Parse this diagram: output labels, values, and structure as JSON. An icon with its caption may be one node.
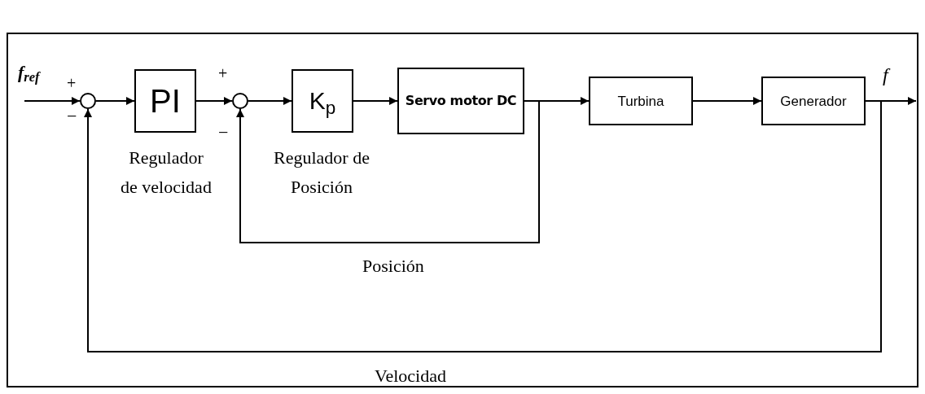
{
  "diagram": {
    "nodes": [
      {
        "text": [],
        "shape": "circle"
      },
      {
        "text": [
          "PI"
        ],
        "beside": [
          "Regulador de velocidad"
        ]
      },
      {
        "text": [],
        "shape": "circle"
      },
      {
        "text": [
          "K$_{p}$"
        ],
        "beside": [
          "Regulador de Posición"
        ]
      },
      {
        "text": [
          "Servo motor DC"
        ]
      },
      {
        "text": [
          "Turbina"
        ]
      },
      {
        "text": [
          "Generador"
        ]
      }
    ],
    "edges": [
      {
        "from": null,
        "to": 0,
        "arrow": "to"
      },
      {
        "from": 0,
        "to": 1,
        "arrow": "to"
      },
      {
        "from": 1,
        "to": 2,
        "arrow": "to"
      },
      {
        "from": 2,
        "to": 3,
        "arrow": "to"
      },
      {
        "from": 3,
        "to": 4,
        "arrow": "to"
      },
      {
        "from": 4,
        "to": 5,
        "arrow": "to"
      },
      {
        "from": 5,
        "to": 6,
        "arrow": "to"
      },
      {
        "from": 6,
        "to": null,
        "arrow": "to"
      },
      {
        "from": 4,
        "to": 2,
        "arrow": "to",
        "label": "Posición"
      },
      {
        "from": 6,
        "to": 0,
        "arrow": "to",
        "label": "Velocidad"
      }
    ],
    "labels": [
      "f$_{ref}$",
      "+",
      "−",
      "+",
      "−",
      "f"
    ]
  }
}
